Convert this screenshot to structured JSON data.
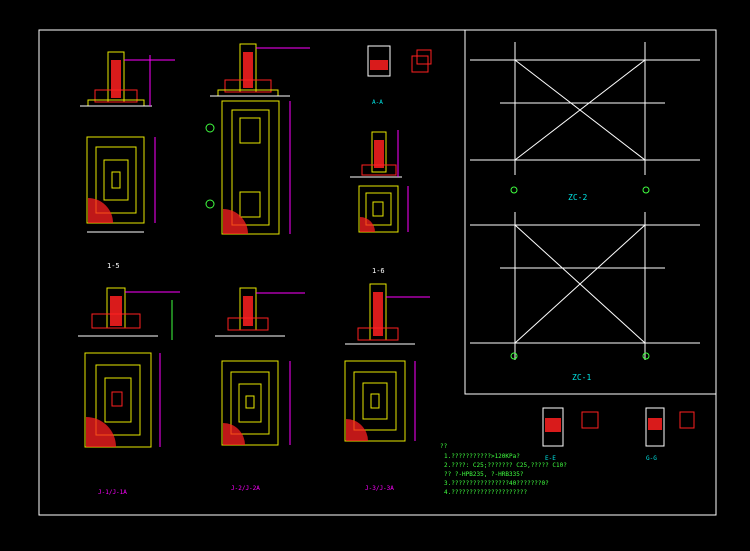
{
  "colors": {
    "background": "#000000",
    "frame": "#ffffff",
    "yellow": "#e8e800",
    "red": "#ff2020",
    "magenta": "#ff00ff",
    "cyan": "#00e5e5",
    "green": "#40ff40",
    "white": "#ffffff"
  },
  "labels": {
    "section_15": "1-5",
    "section_16": "1-6",
    "section_aa": "A-A",
    "zc2": "ZC-2",
    "zc1": "ZC-1",
    "ee": "E-E",
    "gg": "G-G",
    "f1a": "J-1/J-1A",
    "f2a": "J-2/J-2A",
    "f3a": "J-3/J-3A"
  },
  "notes": {
    "heading": "??",
    "lines": [
      "1.???????????>120KPa?",
      "2.????: C25;??????? C25,????? C10?",
      "  ?? ?-HPB235, ?-HRB335?",
      "3.????????????????40???????0?",
      "4.?????????????????????"
    ]
  }
}
